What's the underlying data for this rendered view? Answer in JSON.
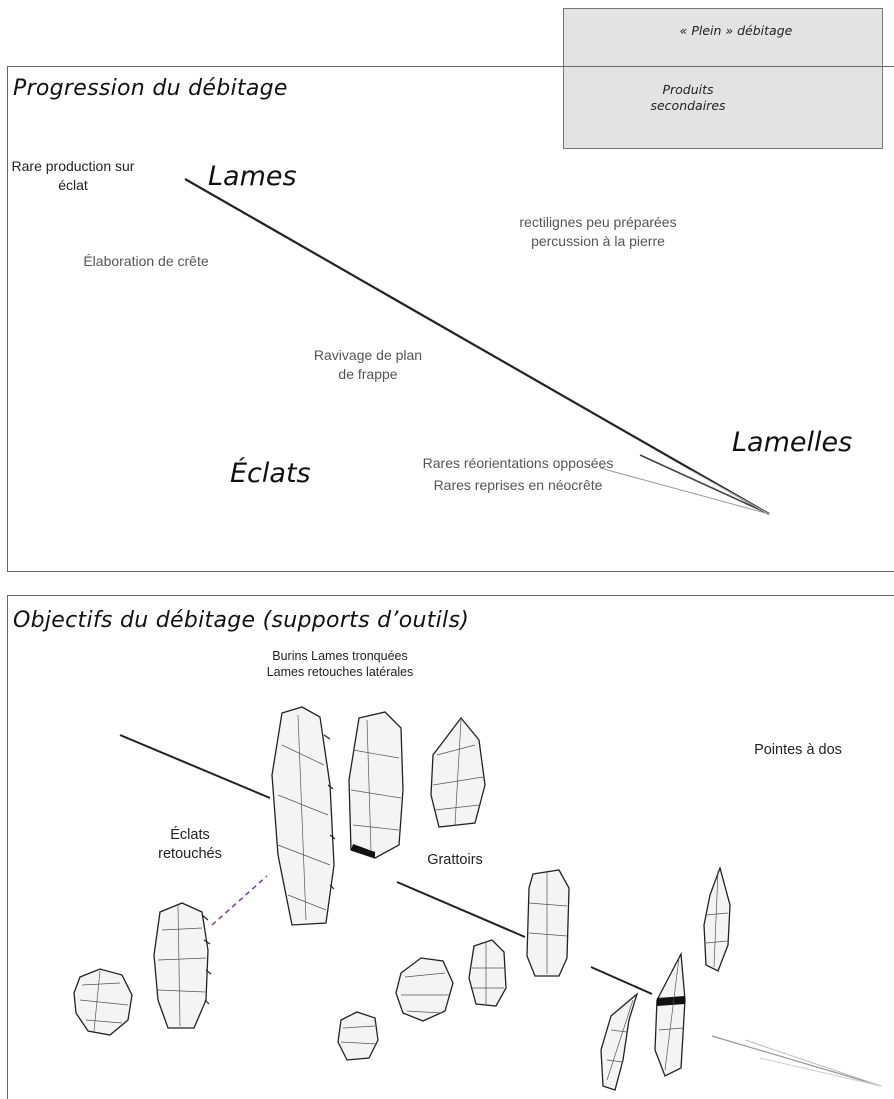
{
  "inset": {
    "full_label": "« Plein » débitage",
    "secondary_label": "Produits secondaires"
  },
  "panel1": {
    "title": "Progression du débitage",
    "lames": "Lames",
    "lamelles": "Lamelles",
    "eclats": "Éclats",
    "rare_production": "Rare production sur éclat",
    "elaboration": "Élaboration de crête",
    "rectilignes": "rectilignes peu préparées percussion à la pierre",
    "ravivage": "Ravivage de plan de frappe",
    "reorientations": "Rares réorientations opposées",
    "reprises": "Rares reprises en néocrête"
  },
  "panel2": {
    "title": "Objectifs du débitage (supports d’outils)",
    "burins": "Burins Lames tronquées Lames retouches latérales",
    "eclats_retouches": "Éclats retouchés",
    "grattoirs": "Grattoirs",
    "pointes": "Pointes à dos"
  },
  "icons": [
    "flake-icon",
    "retouched-flake-icon",
    "blade-icon",
    "truncated-blade-icon",
    "lateral-retouch-blade-icon",
    "endscraper-icon",
    "backed-point-icon",
    "bladelet-icon"
  ]
}
